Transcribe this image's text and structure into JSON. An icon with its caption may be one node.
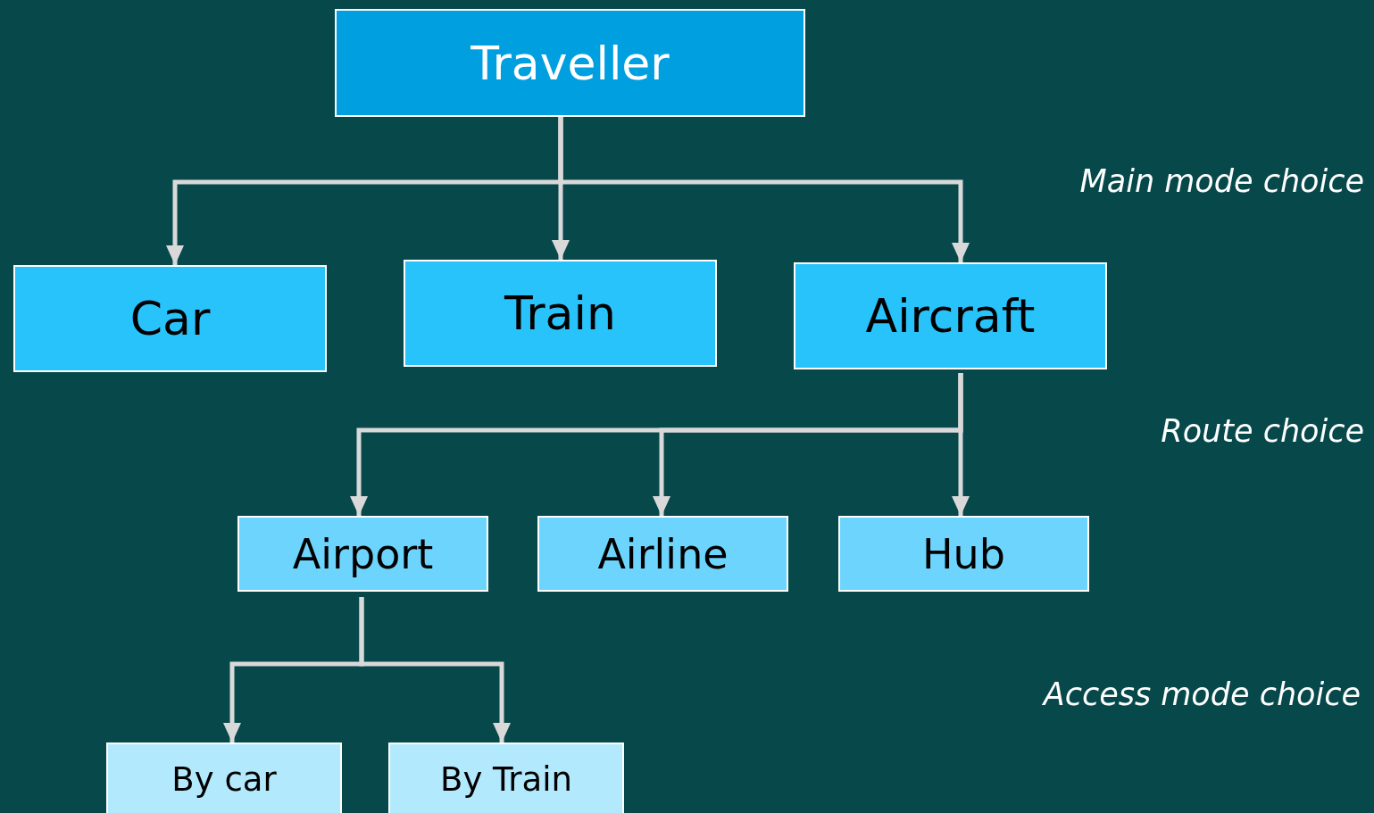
{
  "diagram": {
    "nodes": [
      {
        "text": [
          "Traveller"
        ]
      },
      {
        "text": [
          "Car"
        ]
      },
      {
        "text": [
          "Train"
        ]
      },
      {
        "text": [
          "Aircraft"
        ]
      },
      {
        "text": [
          "Airport"
        ]
      },
      {
        "text": [
          "Airline"
        ]
      },
      {
        "text": [
          "Hub"
        ]
      },
      {
        "text": [
          "By car"
        ]
      },
      {
        "text": [
          "By Train"
        ]
      }
    ],
    "edges": [
      {
        "from": 0,
        "to": 1,
        "arrow": "to"
      },
      {
        "from": 0,
        "to": 2,
        "arrow": "to"
      },
      {
        "from": 0,
        "to": 3,
        "arrow": "to"
      },
      {
        "from": 3,
        "to": 4,
        "arrow": "to"
      },
      {
        "from": 3,
        "to": 5,
        "arrow": "to"
      },
      {
        "from": 3,
        "to": 6,
        "arrow": "to"
      },
      {
        "from": 4,
        "to": 7,
        "arrow": "to"
      },
      {
        "from": 4,
        "to": 8,
        "arrow": "to"
      }
    ],
    "labels": [
      "Main mode choice",
      "Route choice",
      "Access mode choice"
    ]
  }
}
